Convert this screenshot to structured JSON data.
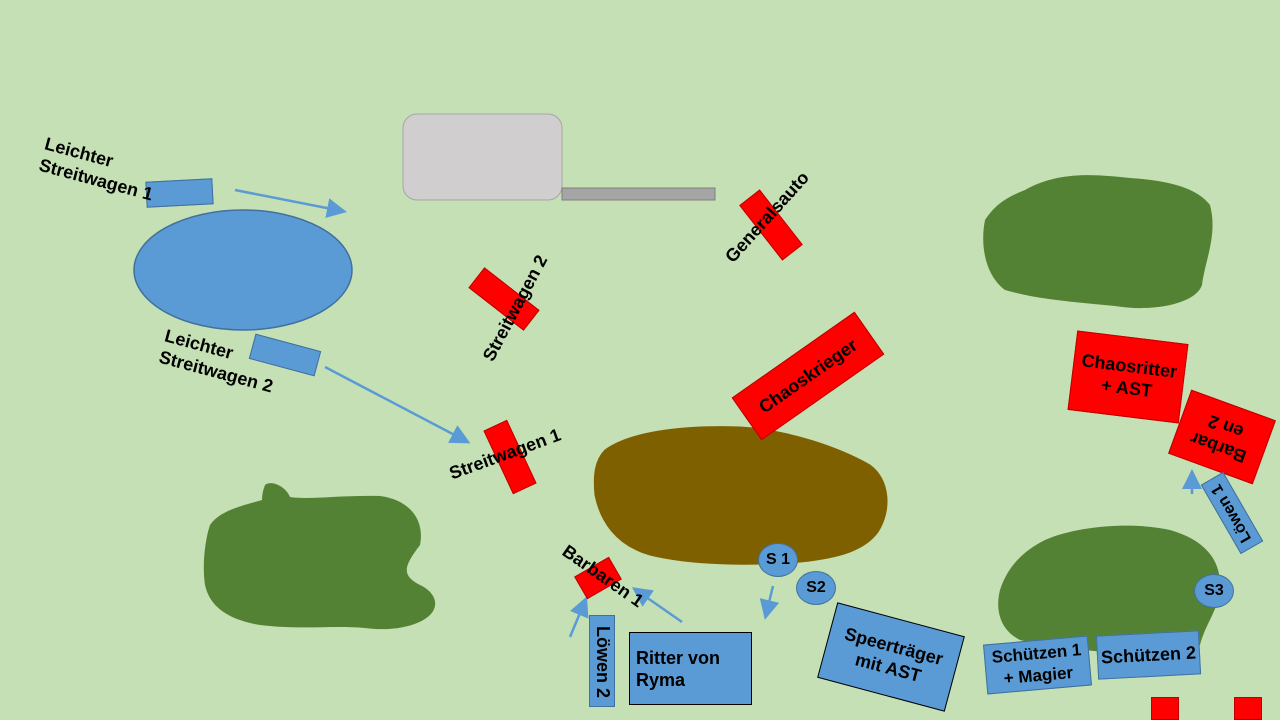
{
  "colors": {
    "background": "#c5e0b4",
    "blue_unit": "#5b9bd5",
    "red_unit": "#ff0000",
    "forest": "#548235",
    "hill": "#7f6000",
    "lake": "#5b9bd5",
    "building": "#d0cece",
    "arrow": "#5b9bd5"
  },
  "labels": {
    "leichter_streitwagen_1": "Leichter\nStreitwagen 1",
    "leichter_streitwagen_2": "Leichter\nStreitwagen 2",
    "streitwagen_2": "Streitwagen 2",
    "streitwagen_1": "Streitwagen 1",
    "generalsauto": "Generalsauto",
    "chaoskrieger": "Chaoskrieger",
    "chaosritter": "Chaosritter\n+ AST",
    "barbaren_2": "Barbar\nen 2",
    "loewen_1": "Löwen 1",
    "barbaren_1": "Barbaren  1",
    "loewen_2": "Löwen 2",
    "ritter_von_ryma": "Ritter von\nRyma",
    "speertraeger": "Speerträger\nmit AST",
    "schuetzen_1": "Schützen 1\n+ Magier",
    "schuetzen_2": "Schützen 2",
    "s1": "S 1",
    "s2": "S2",
    "s3": "S3"
  }
}
